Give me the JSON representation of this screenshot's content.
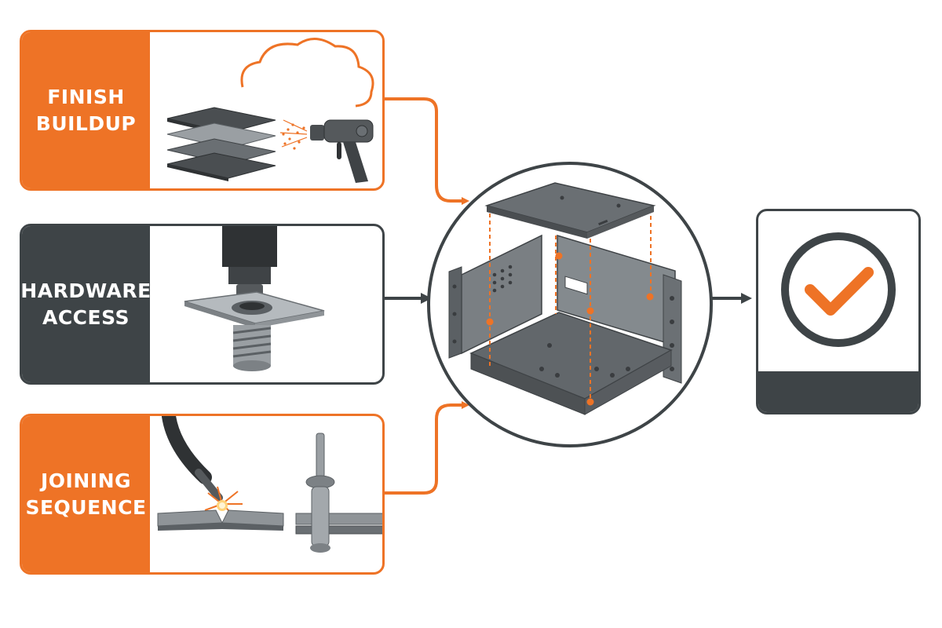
{
  "steps": [
    {
      "id": "finish",
      "line1": "FINISH",
      "line2": "BUILDUP",
      "icon": "spray-gun-layers-icon"
    },
    {
      "id": "hardware",
      "line1": "HARDWARE",
      "line2": "ACCESS",
      "icon": "press-insert-icon"
    },
    {
      "id": "joining",
      "line1": "JOINING",
      "line2": "SEQUENCE",
      "icon": "weld-rivet-icon"
    }
  ],
  "center": {
    "icon": "sheet-metal-enclosure-icon"
  },
  "result": {
    "icon": "checkmark-icon"
  },
  "colors": {
    "accent": "#ee7326",
    "dark": "#3e4447",
    "metal": "#6a6f73"
  }
}
